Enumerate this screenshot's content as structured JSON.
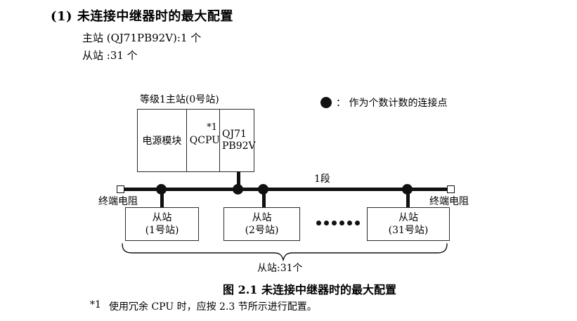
{
  "header": {
    "title": "(1) 未连接中继器时的最大配置",
    "master_line": "主站 (QJ71PB92V):1 个",
    "slave_line": "从站 :31 个"
  },
  "legend": {
    "label": "：  作为个数计数的连接点"
  },
  "master": {
    "label": "等级1主站(0号站)",
    "power": "电源模块",
    "cpu": "QCPU",
    "cpu_note": "*1",
    "module_line1": "QJ71",
    "module_line2": "PB92V"
  },
  "bus": {
    "segment_label": "1段",
    "terminator_left": "终端电阻",
    "terminator_right": "终端电阻"
  },
  "slaves": [
    {
      "line1": "从站",
      "line2": "(1号站)"
    },
    {
      "line1": "从站",
      "line2": "(2号站)"
    },
    {
      "line1": "从站",
      "line2": "(31号站)"
    }
  ],
  "brace_label": "从站:31个",
  "caption": "图 2.1 未连接中继器时的最大配置",
  "footnote": {
    "marker": "*1",
    "text": "使用冗余 CPU 时，应按 2.3 节所示进行配置。"
  },
  "colors": {
    "ink": "#111111",
    "background": "#ffffff"
  }
}
